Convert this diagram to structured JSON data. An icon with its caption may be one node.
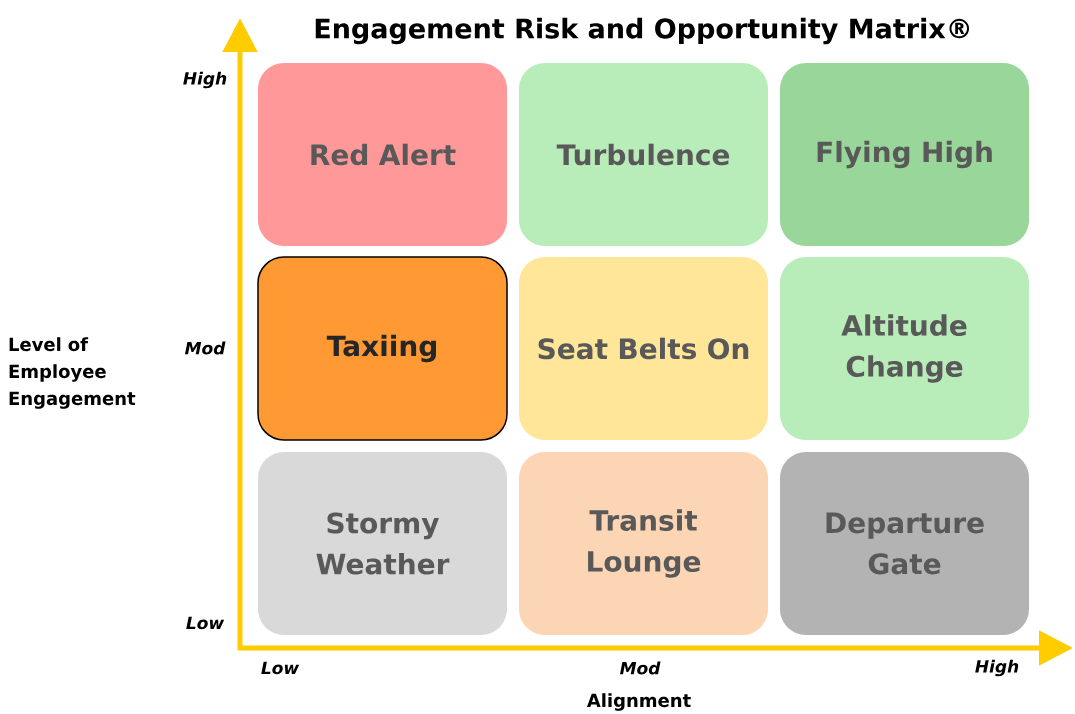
{
  "diagram": {
    "title": "Engagement Risk and Opportunity Matrix®",
    "nodes": [
      {
        "text": [
          "Red Alert"
        ]
      },
      {
        "text": [
          "Turbulence"
        ]
      },
      {
        "text": [
          "Flying High"
        ]
      },
      {
        "text": [
          "Taxiing"
        ]
      },
      {
        "text": [
          "Seat Belts On"
        ]
      },
      {
        "text": [
          "Altitude Change"
        ]
      },
      {
        "text": [
          "Stormy Weather"
        ]
      },
      {
        "text": [
          "Transit Lounge"
        ]
      },
      {
        "text": [
          "Departure Gate"
        ]
      }
    ],
    "labels": [
      "High",
      "Level of Employee Engagement",
      "Mod",
      "Low",
      "Low",
      "Mod",
      "High",
      "Alignment"
    ]
  }
}
